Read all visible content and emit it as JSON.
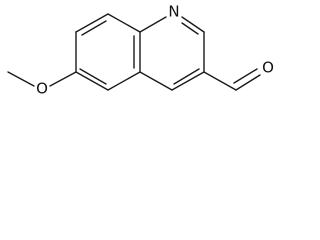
{
  "molecule": {
    "atom_labels": {
      "ring_nitrogen": "N",
      "ether_oxygen": "O",
      "aldehyde_oxygen": "O"
    }
  }
}
